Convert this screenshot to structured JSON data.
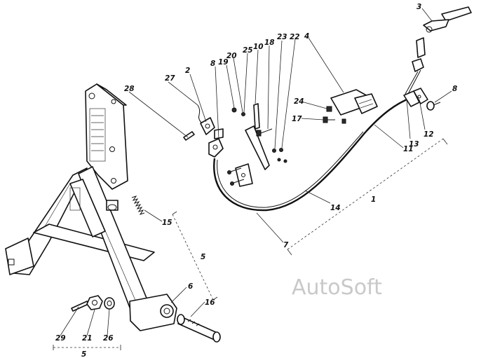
{
  "callouts": [
    {
      "id": "c1",
      "text": "1"
    },
    {
      "id": "c2",
      "text": "2"
    },
    {
      "id": "c3",
      "text": "3"
    },
    {
      "id": "c4",
      "text": "4"
    },
    {
      "id": "c5a",
      "text": "5"
    },
    {
      "id": "c5b",
      "text": "5"
    },
    {
      "id": "c6",
      "text": "6"
    },
    {
      "id": "c7",
      "text": "7"
    },
    {
      "id": "c8a",
      "text": "8"
    },
    {
      "id": "c8b",
      "text": "8"
    },
    {
      "id": "c10",
      "text": "10"
    },
    {
      "id": "c11",
      "text": "11"
    },
    {
      "id": "c12",
      "text": "12"
    },
    {
      "id": "c13",
      "text": "13"
    },
    {
      "id": "c14",
      "text": "14"
    },
    {
      "id": "c15",
      "text": "15"
    },
    {
      "id": "c16",
      "text": "16"
    },
    {
      "id": "c17",
      "text": "17"
    },
    {
      "id": "c18",
      "text": "18"
    },
    {
      "id": "c19",
      "text": "19"
    },
    {
      "id": "c20",
      "text": "20"
    },
    {
      "id": "c21",
      "text": "21"
    },
    {
      "id": "c22",
      "text": "22"
    },
    {
      "id": "c23",
      "text": "23"
    },
    {
      "id": "c24",
      "text": "24"
    },
    {
      "id": "c25",
      "text": "25"
    },
    {
      "id": "c26",
      "text": "26"
    },
    {
      "id": "c27",
      "text": "27"
    },
    {
      "id": "c28",
      "text": "28"
    },
    {
      "id": "c29",
      "text": "29"
    }
  ],
  "watermark": "AutoSoft"
}
